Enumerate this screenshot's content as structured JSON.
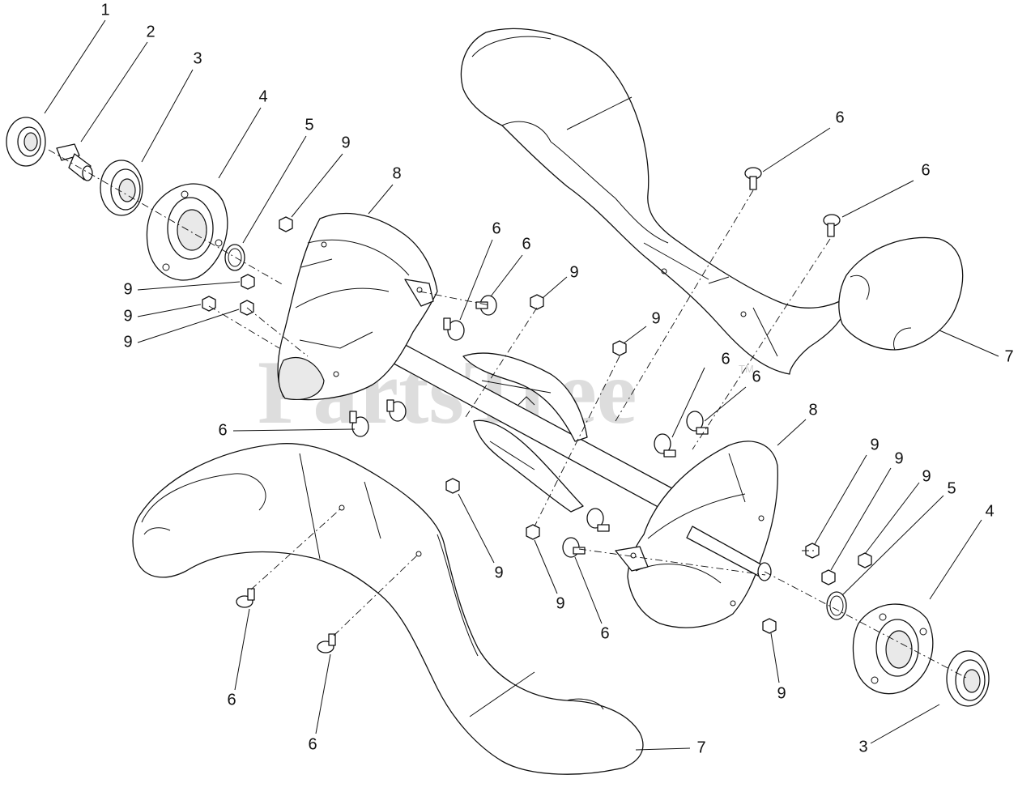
{
  "watermark": {
    "text": "PartsTree",
    "trademark": "TM"
  },
  "callouts": [
    {
      "id": "c1",
      "label": "1"
    },
    {
      "id": "c2",
      "label": "2"
    },
    {
      "id": "c3a",
      "label": "3"
    },
    {
      "id": "c4a",
      "label": "4"
    },
    {
      "id": "c5a",
      "label": "5"
    },
    {
      "id": "c9a",
      "label": "9"
    },
    {
      "id": "c8a",
      "label": "8"
    },
    {
      "id": "c6a",
      "label": "6"
    },
    {
      "id": "c6b",
      "label": "6"
    },
    {
      "id": "c9b",
      "label": "9"
    },
    {
      "id": "c9c",
      "label": "9"
    },
    {
      "id": "c9d",
      "label": "9"
    },
    {
      "id": "c6c",
      "label": "6"
    },
    {
      "id": "c6d",
      "label": "6"
    },
    {
      "id": "c9e",
      "label": "9"
    },
    {
      "id": "c9f",
      "label": "9"
    },
    {
      "id": "c6e",
      "label": "6"
    },
    {
      "id": "c7a",
      "label": "7"
    },
    {
      "id": "c6f",
      "label": "6"
    },
    {
      "id": "c6g",
      "label": "6"
    },
    {
      "id": "c8b",
      "label": "8"
    },
    {
      "id": "c9g",
      "label": "9"
    },
    {
      "id": "c9h",
      "label": "9"
    },
    {
      "id": "c9i",
      "label": "9"
    },
    {
      "id": "c5b",
      "label": "5"
    },
    {
      "id": "c4b",
      "label": "4"
    },
    {
      "id": "c9j",
      "label": "9"
    },
    {
      "id": "c9k",
      "label": "9"
    },
    {
      "id": "c6h",
      "label": "6"
    },
    {
      "id": "c9l",
      "label": "9"
    },
    {
      "id": "c3b",
      "label": "3"
    },
    {
      "id": "c6i",
      "label": "6"
    },
    {
      "id": "c6j",
      "label": "6"
    },
    {
      "id": "c7b",
      "label": "7"
    }
  ]
}
